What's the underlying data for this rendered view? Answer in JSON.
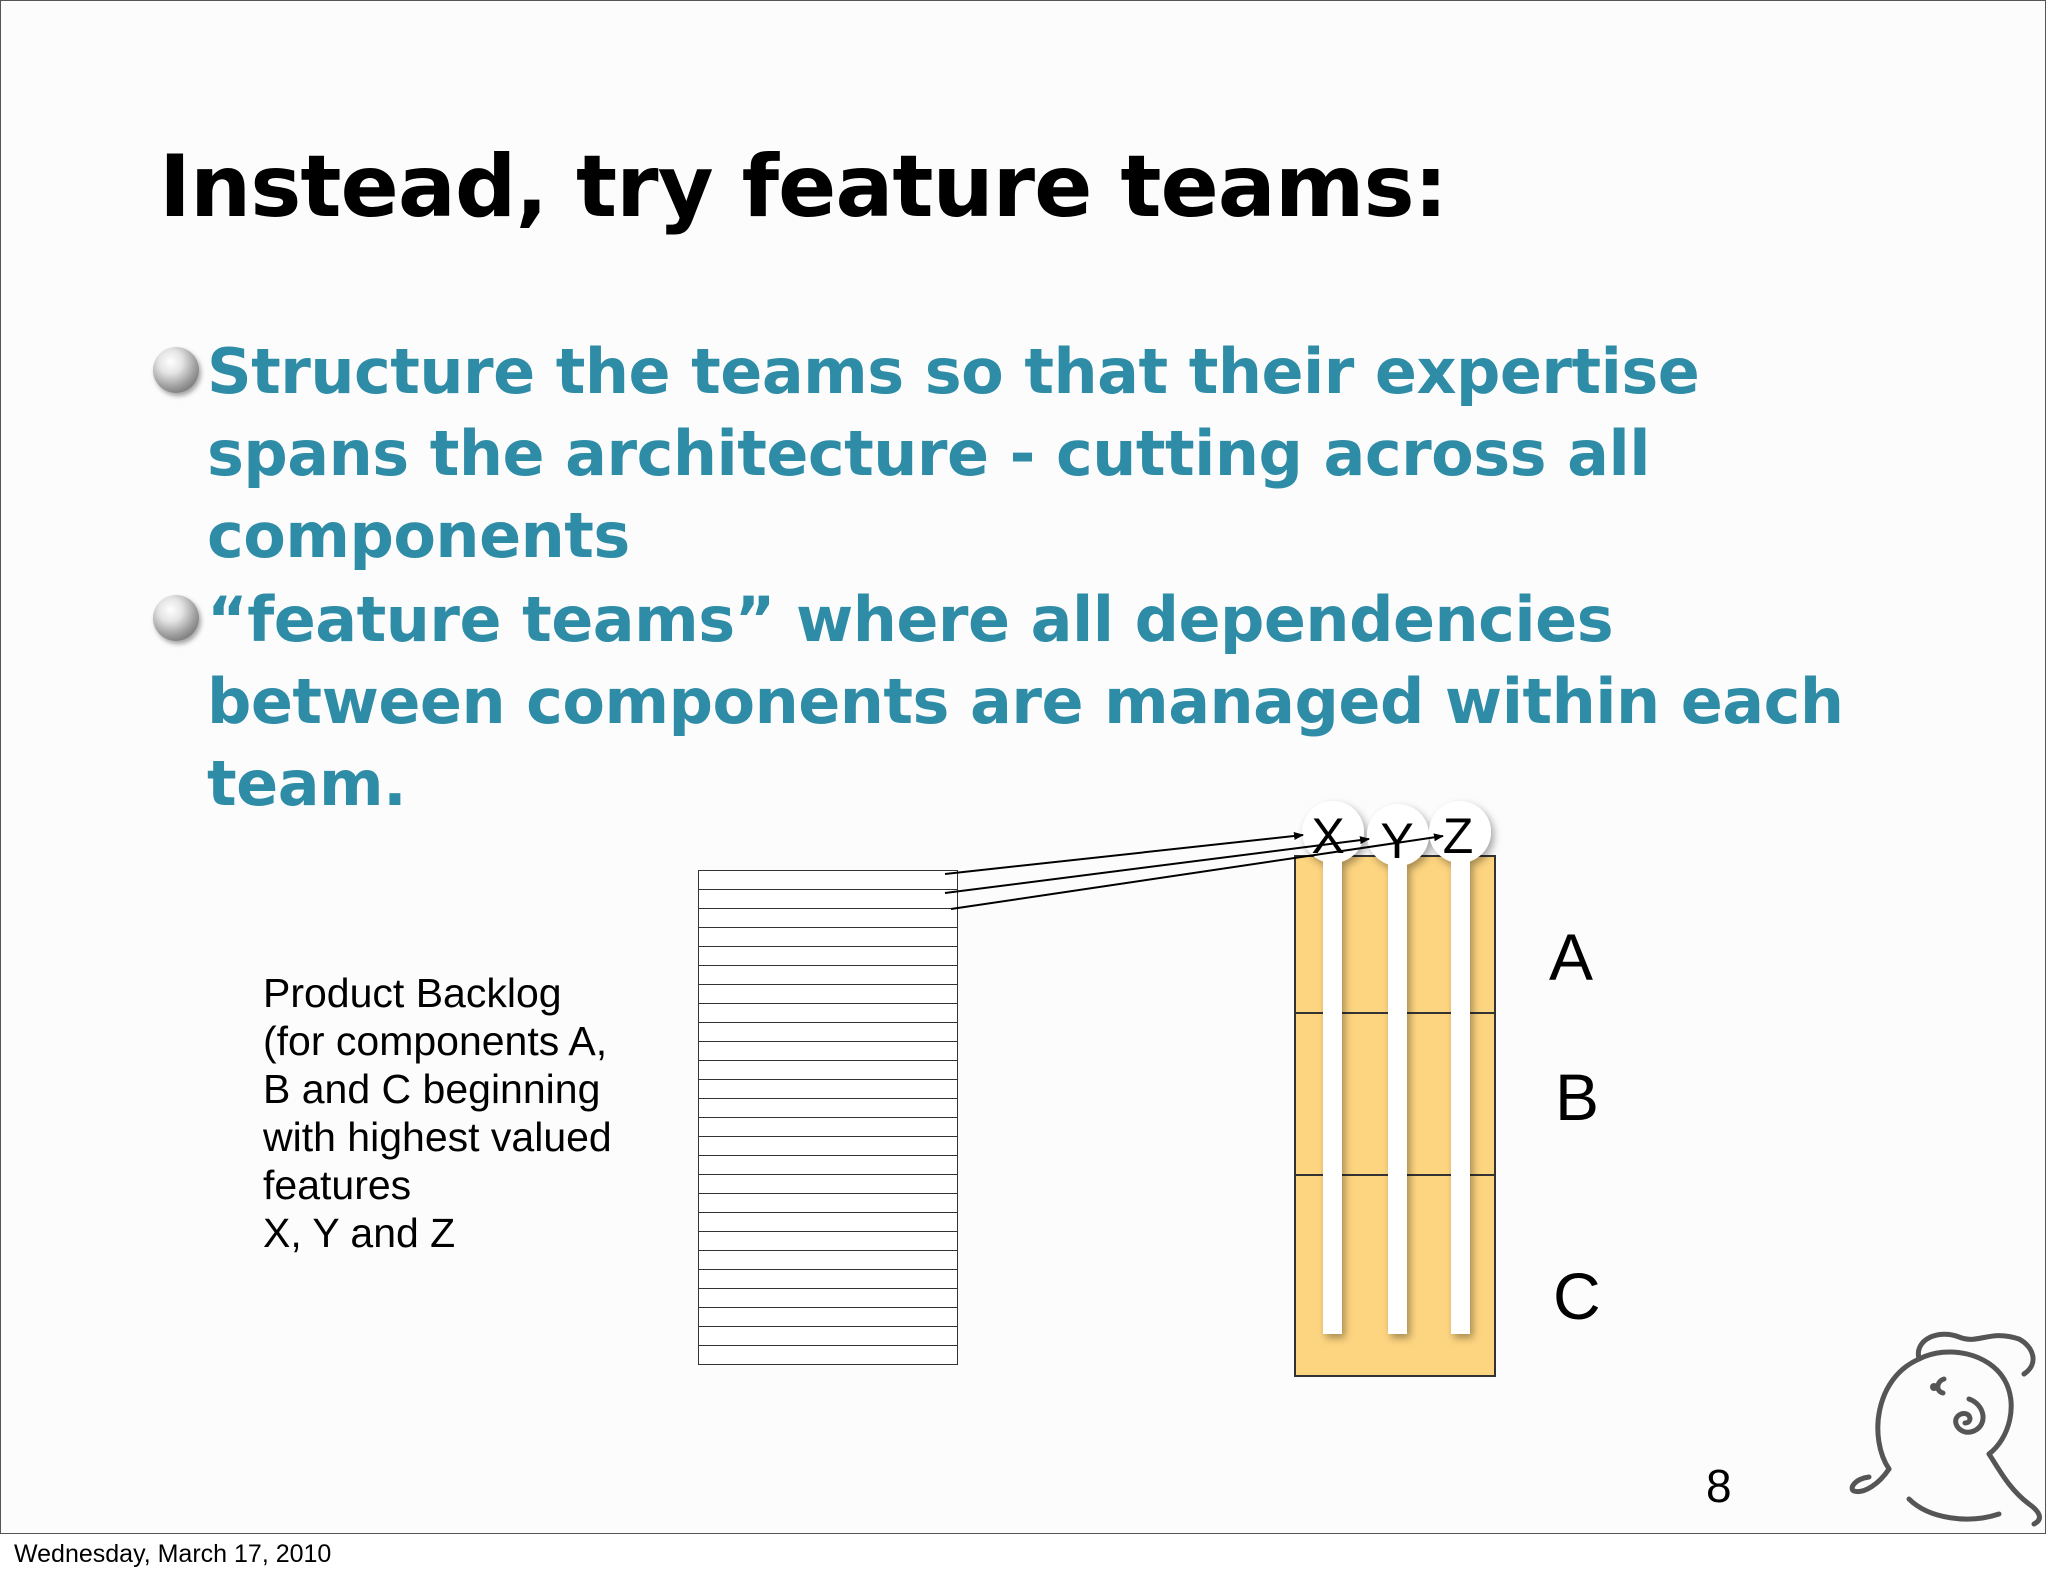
{
  "title": "Instead, try feature teams:",
  "bullets": [
    {
      "lines": [
        "Structure the teams so that their expertise",
        "spans the architecture - cutting across all",
        "components"
      ]
    },
    {
      "lines": [
        "“feature teams” where all dependencies",
        "between components are managed within each",
        "team."
      ]
    }
  ],
  "backlog": {
    "label_lines": [
      "Product Backlog",
      "(for components A,",
      "B and C beginning",
      "with highest valued",
      "features",
      "X, Y and Z"
    ],
    "item_count": 26
  },
  "architecture": {
    "layers": [
      "A",
      "B",
      "C"
    ],
    "teams": [
      "X",
      "Y",
      "Z"
    ],
    "colors": {
      "layer_fill": "#fdd47f",
      "bullet_text": "#2e8ca6"
    }
  },
  "page_number": "8",
  "footer_date": "Wednesday, March 17, 2010",
  "icons": {
    "bullet": "sphere-bullet-icon",
    "logo": "elephant-logo-icon"
  }
}
